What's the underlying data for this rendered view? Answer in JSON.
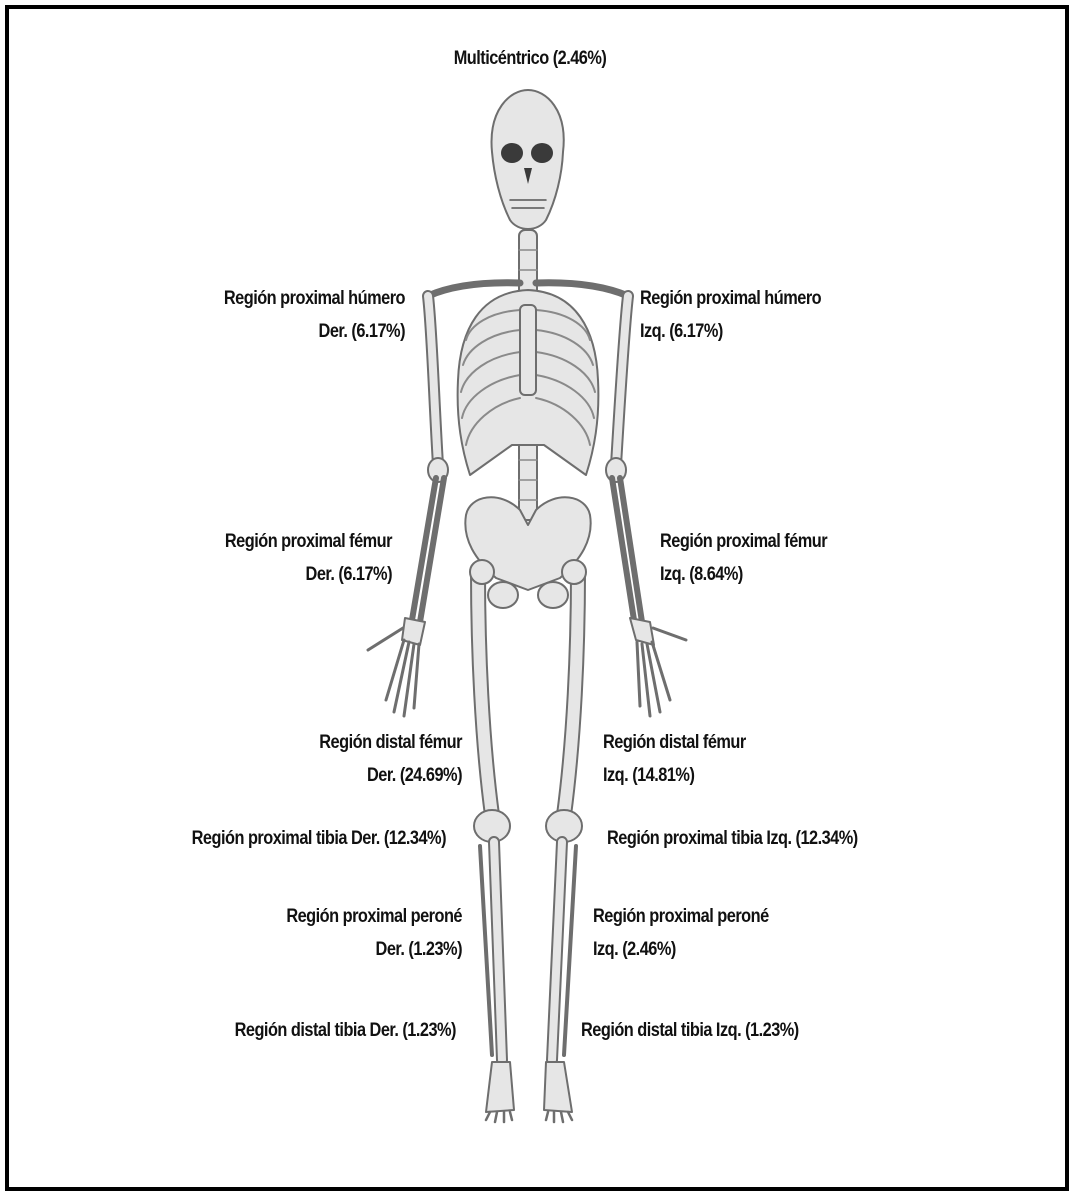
{
  "title": "Multicéntrico (2.46%)",
  "labels": {
    "humero_der": {
      "line1": "Región proximal húmero",
      "line2": "Der. (6.17%)"
    },
    "humero_izq": {
      "line1": "Región proximal húmero",
      "line2": "Izq. (6.17%)"
    },
    "femur_prox_der": {
      "line1": "Región proximal fémur",
      "line2": "Der. (6.17%)"
    },
    "femur_prox_izq": {
      "line1": "Región proximal fémur",
      "line2": "Izq. (8.64%)"
    },
    "femur_dist_der": {
      "line1": "Región distal fémur",
      "line2": "Der. (24.69%)"
    },
    "femur_dist_izq": {
      "line1": "Región distal fémur",
      "line2": "Izq. (14.81%)"
    },
    "tibia_prox_der": {
      "line1": "Región proximal tibia Der. (12.34%)"
    },
    "tibia_prox_izq": {
      "line1": "Región proximal tibia Izq. (12.34%)"
    },
    "perone_der": {
      "line1": "Región proximal peroné",
      "line2": "Der. (1.23%)"
    },
    "perone_izq": {
      "line1": "Región proximal peroné",
      "line2": "Izq. (2.46%)"
    },
    "tibia_dist_der": {
      "line1": "Región distal tibia Der. (1.23%)"
    },
    "tibia_dist_izq": {
      "line1": "Región distal tibia Izq. (1.23%)"
    }
  },
  "colors": {
    "frame": "#000000",
    "bone_fill": "#e6e6e6",
    "bone_stroke": "#6e6e6e",
    "text": "#111111"
  },
  "illustration": "skeleton-front-view"
}
